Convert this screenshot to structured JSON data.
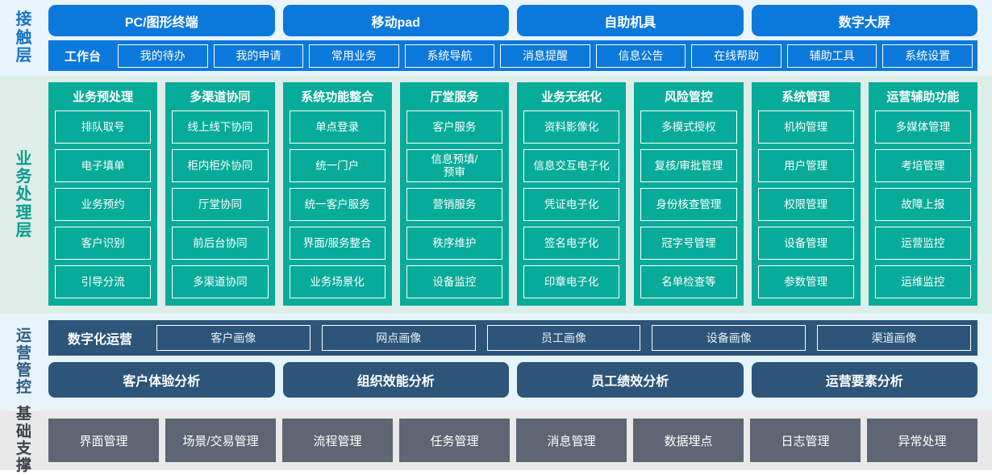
{
  "layers": {
    "contact": {
      "label": "接触层",
      "accent": "#0b79dc",
      "channels": [
        "PC/图形终端",
        "移动pad",
        "自助机具",
        "数字大屏"
      ],
      "workbench_title": "工作台",
      "workbench_items": [
        "我的待办",
        "我的申请",
        "常用业务",
        "系统导航",
        "消息提醒",
        "信息公告",
        "在线帮助",
        "辅助工具",
        "系统设置"
      ]
    },
    "business": {
      "label": "业务处理层",
      "accent": "#07ab99",
      "columns": [
        {
          "title": "业务预处理",
          "items": [
            "排队取号",
            "电子填单",
            "业务预约",
            "客户识别",
            "引导分流"
          ]
        },
        {
          "title": "多渠道协同",
          "items": [
            "线上线下协同",
            "柜内柜外协同",
            "厅堂协同",
            "前后台协同",
            "多渠道协同"
          ]
        },
        {
          "title": "系统功能整合",
          "items": [
            "单点登录",
            "统一门户",
            "统一客户服务",
            "界面/服务整合",
            "业务场景化"
          ]
        },
        {
          "title": "厅堂服务",
          "items": [
            "客户服务",
            "信息预填/\n预审",
            "营销服务",
            "秩序维护",
            "设备监控"
          ]
        },
        {
          "title": "业务无纸化",
          "items": [
            "资料影像化",
            "信息交互电子化",
            "凭证电子化",
            "签名电子化",
            "印章电子化"
          ]
        },
        {
          "title": "风险管控",
          "items": [
            "多模式授权",
            "复核/审批管理",
            "身份核查管理",
            "冠字号管理",
            "名单检查等"
          ]
        },
        {
          "title": "系统管理",
          "items": [
            "机构管理",
            "用户管理",
            "权限管理",
            "设备管理",
            "参数管理"
          ]
        },
        {
          "title": "运营辅助功能",
          "items": [
            "多媒体管理",
            "考培管理",
            "故障上报",
            "运营监控",
            "运维监控"
          ]
        }
      ]
    },
    "operations": {
      "label": "运营管控",
      "accent": "#2d5579",
      "digital_title": "数字化运营",
      "portraits": [
        "客户画像",
        "网点画像",
        "员工画像",
        "设备画像",
        "渠道画像"
      ],
      "analyses": [
        "客户体验分析",
        "组织效能分析",
        "员工绩效分析",
        "运营要素分析"
      ]
    },
    "foundation": {
      "label": "基础支撑",
      "accent": "#5d6672",
      "items": [
        "界面管理",
        "场景/交易管理",
        "流程管理",
        "任务管理",
        "消息管理",
        "数据埋点",
        "日志管理",
        "异常处理"
      ]
    }
  }
}
